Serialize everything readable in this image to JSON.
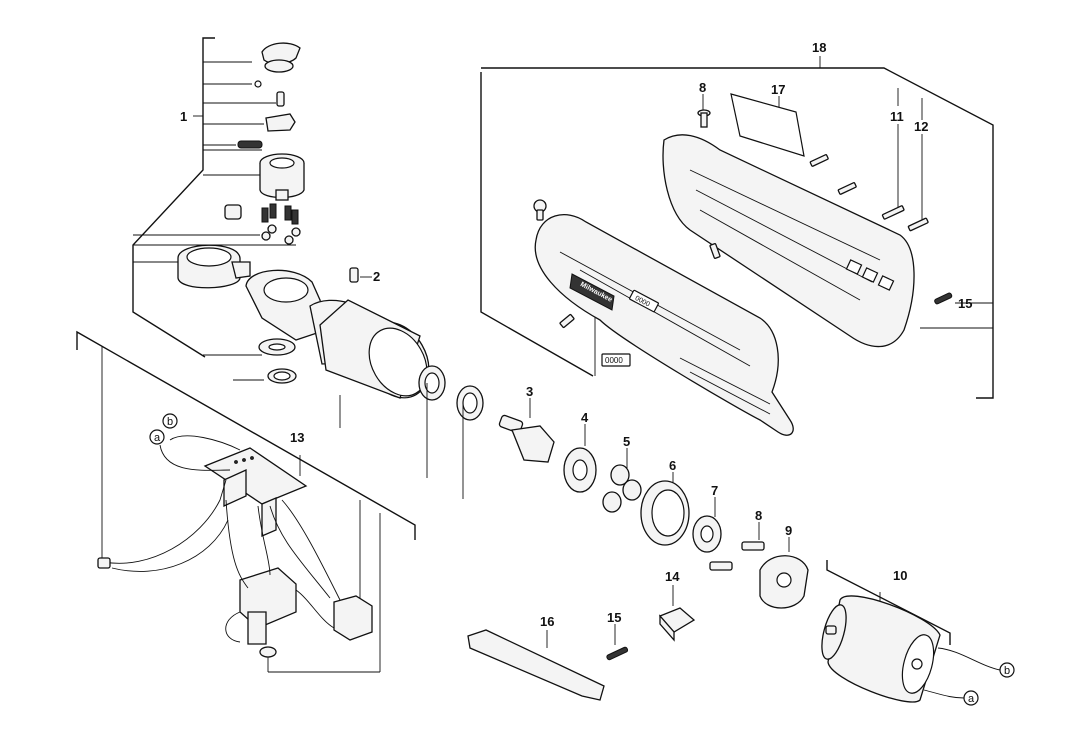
{
  "callouts": {
    "c1": "1",
    "c2": "2",
    "c3": "3",
    "c4": "4",
    "c5": "5",
    "c6": "6",
    "c7": "7",
    "c8a": "8",
    "c8b": "8",
    "c9": "9",
    "c10": "10",
    "c11": "11",
    "c12": "12",
    "c13": "13",
    "c14": "14",
    "c15a": "15",
    "c15b": "15",
    "c16": "16",
    "c17": "17",
    "c18": "18"
  },
  "wire_markers": {
    "a_left": "a",
    "b_left": "b",
    "a_right": "a",
    "b_right": "b"
  },
  "housing": {
    "brand_logo": "Milwaukee",
    "code_plate": "0000",
    "label_plate": "0000"
  }
}
